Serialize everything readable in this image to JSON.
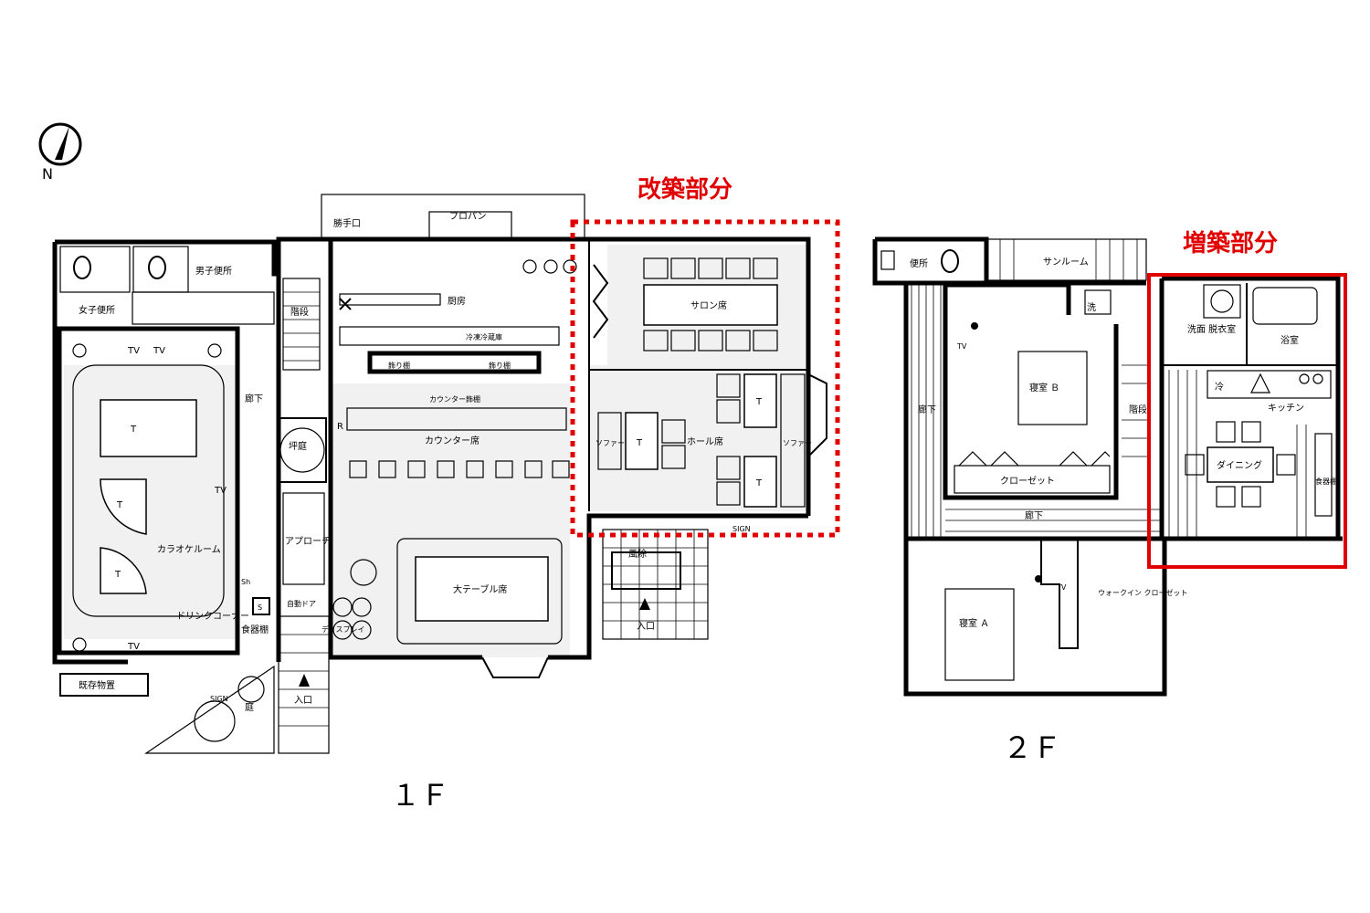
{
  "compass": {
    "north_label": "N"
  },
  "floor1": {
    "label": "１Ｆ",
    "rooms": {
      "propane": "プロパン",
      "back_door": "勝手口",
      "mens_toilet": "男子便所",
      "womens_toilet": "女子便所",
      "stairs": "階段",
      "kitchen": "厨房",
      "refrigerator": "冷凍冷蔵庫",
      "shelf_1": "飾り棚",
      "shelf_2": "飾り棚",
      "counter_shelf": "カウンター飾棚",
      "counter_seats": "カウンター席",
      "corridor": "廊下",
      "tsubo_garden": "坪庭",
      "approach": "アプローチ",
      "auto_door": "自動ドア",
      "display": "ディスプレイ",
      "big_table": "大テーブル席",
      "karaoke": "カラオケルーム",
      "drink_corner": "ドリンクコーナー",
      "dish_shelf": "食器棚",
      "existing_storage": "既存物置",
      "garden": "庭",
      "sign_1": "SIGN",
      "entrance_1": "入口",
      "salon": "サロン席",
      "hall": "ホール席",
      "sofa_1": "ソファー",
      "sofa_2": "ソファー",
      "windbreak": "風除",
      "entrance_2": "入口",
      "sign_2": "SIGN",
      "tv": "TV",
      "table_t": "T",
      "r_mark": "R",
      "s_mark": "S",
      "sh_mark": "Sh"
    }
  },
  "floor2": {
    "label": "２Ｆ",
    "rooms": {
      "toilet": "便所",
      "sunroom": "サンルーム",
      "laundry": "洗",
      "bedroom_b": "寝室 Ｂ",
      "closet": "クローゼット",
      "corridor_1": "廊下",
      "corridor_2": "廊下",
      "stairs": "階段",
      "washroom": "洗面\n脱衣室",
      "bath": "浴室",
      "fridge": "冷",
      "kitchen": "キッチン",
      "dining": "ダイニング",
      "cupboard": "食器棚",
      "walkin_closet": "ウォークイン\nクローゼット",
      "bedroom_a": "寝室 Ａ",
      "tv": "TV"
    }
  },
  "annotations": {
    "renovation": {
      "label": "改築部分",
      "color": "#e00000"
    },
    "extension": {
      "label": "増築部分",
      "color": "#e00000"
    }
  }
}
